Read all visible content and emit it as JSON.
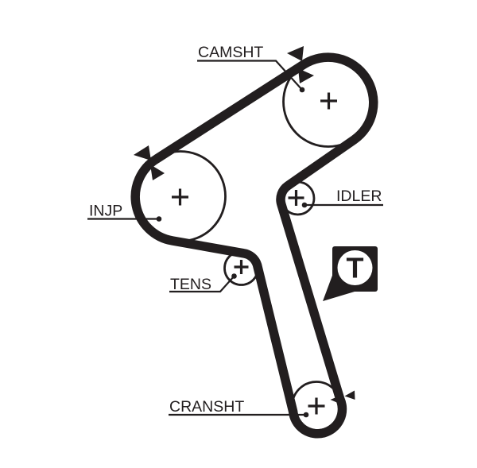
{
  "diagram": {
    "colors": {
      "ink": "#221e1f",
      "background": "#ffffff"
    },
    "labels": {
      "camshaft": "CAMSHT",
      "injection_pump": "INJP",
      "idler": "IDLER",
      "tensioner": "TENS",
      "crankshaft": "CRANSHT"
    },
    "badge": {
      "letter": "T"
    }
  }
}
